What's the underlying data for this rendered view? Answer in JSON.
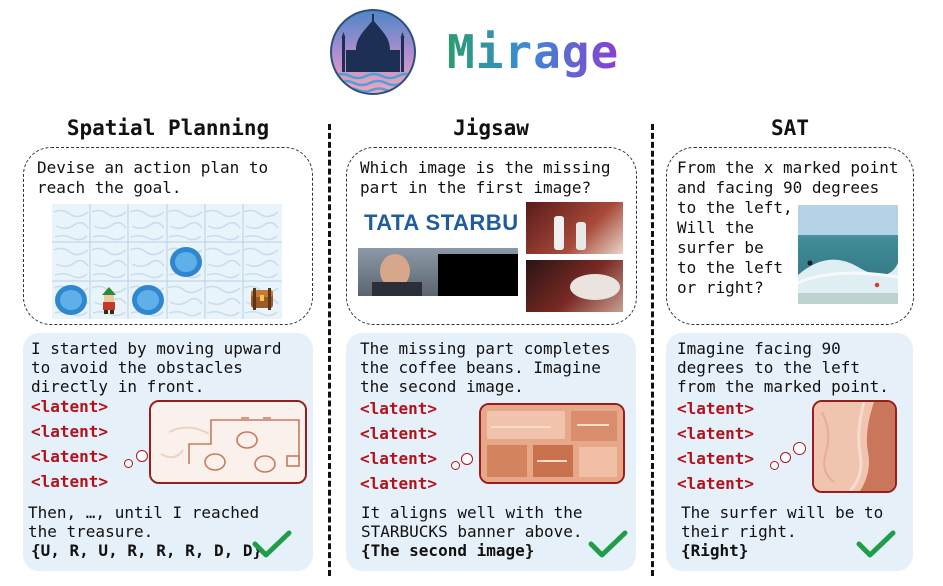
{
  "header": {
    "title": "Mirage"
  },
  "columns": [
    {
      "title": "Spatial Planning",
      "question": "Devise an action plan to\nreach the goal.",
      "reasoning_intro": "I started by moving upward\nto avoid the obstacles\ndirectly in front.",
      "latents": [
        "<latent>",
        "<latent>",
        "<latent>",
        "<latent>"
      ],
      "reasoning_outro": "Then, …, until I reached\nthe treasure.",
      "answer": "{U, R, U, R, R, R, D, D}"
    },
    {
      "title": "Jigsaw",
      "question": "Which image is the missing\npart in the first image?",
      "image_text": "TATA STARBUCKS",
      "reasoning_intro": "The missing part completes\nthe coffee beans. Imagine\nthe second image.",
      "latents": [
        "<latent>",
        "<latent>",
        "<latent>",
        "<latent>"
      ],
      "reasoning_outro": "It aligns well with the\nSTARBUCKS banner above.",
      "answer": "{The second image}"
    },
    {
      "title": "SAT",
      "question_intro": "From the x marked point\nand facing 90 degrees\nto the left,",
      "question_rest": "Will the\nsurfer be\nto the left\nor right?",
      "reasoning_intro": "Imagine facing 90\ndegrees to the left\nfrom the marked point.",
      "latents": [
        "<latent>",
        "<latent>",
        "<latent>",
        "<latent>"
      ],
      "reasoning_outro": "The surfer will be to\ntheir right.",
      "answer": "{Right}"
    }
  ],
  "colors": {
    "latent": "#b3121c",
    "panel": "#e6f0f9",
    "check": "#1e9e4a"
  },
  "icons": [
    "mosque-logo-icon",
    "checkmark-icon"
  ]
}
